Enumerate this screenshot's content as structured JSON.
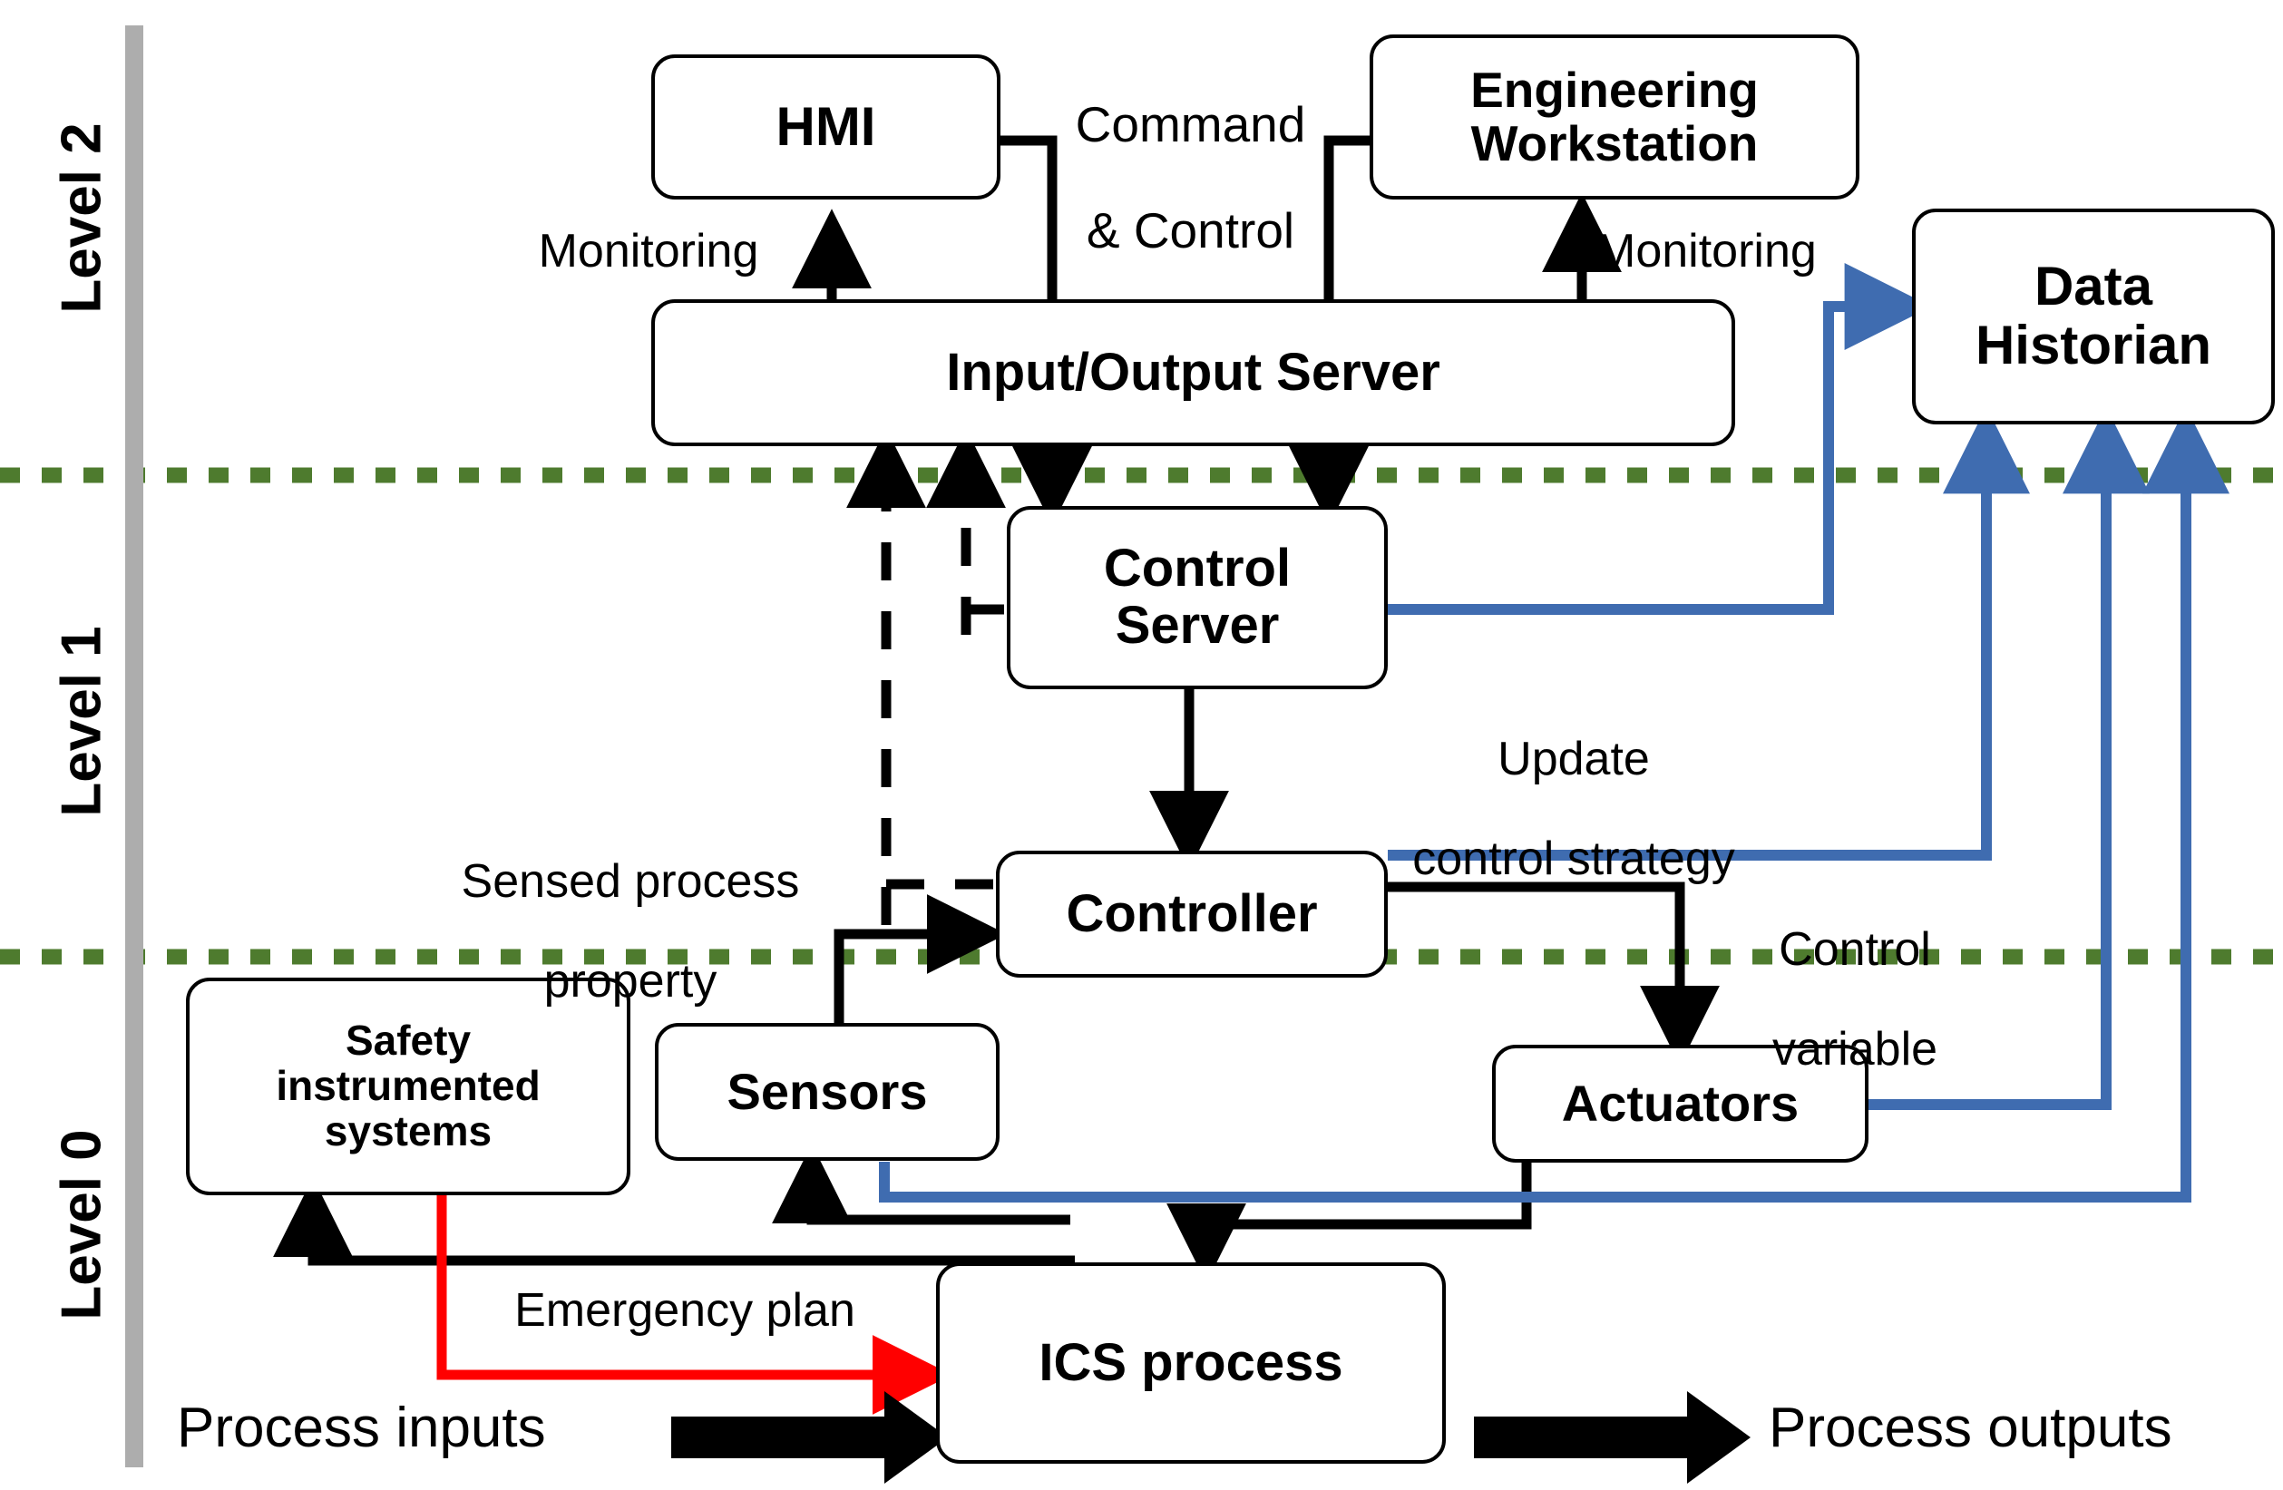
{
  "diagram": {
    "title": "ICS reference architecture",
    "colors": {
      "blue": "#3f6cb0",
      "green": "#4e7b2e",
      "red": "#ff0000",
      "black": "#000000",
      "rail_gray": "#adadad"
    }
  },
  "levels": [
    {
      "id": "level-2",
      "label": "Level 2"
    },
    {
      "id": "level-1",
      "label": "Level 1"
    },
    {
      "id": "level-0",
      "label": "Level 0"
    }
  ],
  "nodes": {
    "hmi": "HMI",
    "engineering_workstation_line1": "Engineering",
    "engineering_workstation_line2": "Workstation",
    "io_server": "Input/Output Server",
    "data_historian_line1": "Data",
    "data_historian_line2": "Historian",
    "control_server_line1": "Control",
    "control_server_line2": "Server",
    "controller": "Controller",
    "safety_line1": "Safety",
    "safety_line2": "instrumented",
    "safety_line3": "systems",
    "sensors": "Sensors",
    "actuators": "Actuators",
    "ics_process": "ICS process"
  },
  "edge_labels": {
    "command_control_line1": "Command",
    "command_control_line2": "& Control",
    "monitoring_left": "Monitoring",
    "monitoring_right": "Monitoring",
    "update_control_strategy_line1": "Update",
    "update_control_strategy_line2": "control strategy",
    "sensed_process_property_line1": "Sensed process",
    "sensed_process_property_line2": "property",
    "control_variable_line1": "Control",
    "control_variable_line2": "variable",
    "emergency_plan": "Emergency plan",
    "process_inputs": "Process inputs",
    "process_outputs": "Process outputs"
  }
}
